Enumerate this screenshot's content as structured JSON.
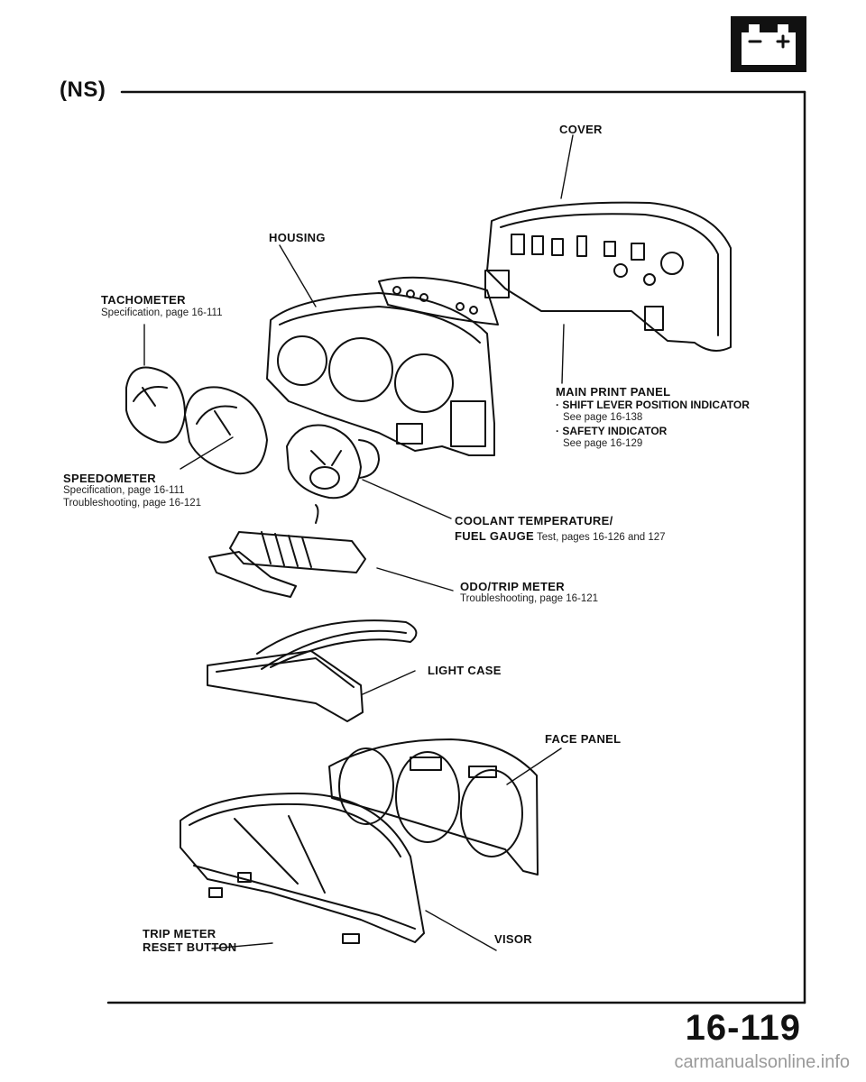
{
  "header": {
    "section_tag": "(NS)"
  },
  "labels": {
    "cover": "COVER",
    "housing": "HOUSING",
    "tachometer": {
      "title": "TACHOMETER",
      "line1": "Specification, page 16-111"
    },
    "main_print_panel": {
      "title": "MAIN PRINT PANEL",
      "bullet1": "· SHIFT LEVER POSITION INDICATOR",
      "bullet1_ref": "See page 16-138",
      "bullet2": "· SAFETY INDICATOR",
      "bullet2_ref": "See page 16-129"
    },
    "speedometer": {
      "title": "SPEEDOMETER",
      "line1": "Specification, page 16-111",
      "line2": "Troubleshooting, page 16-121"
    },
    "coolant": {
      "line1": "COOLANT TEMPERATURE/",
      "line2_bold": "FUEL GAUGE",
      "line2_rest": " Test, pages 16-126 and 127"
    },
    "odo": {
      "title": "ODO/TRIP METER",
      "line1": "Troubleshooting, page 16-121"
    },
    "light_case": "LIGHT CASE",
    "face_panel": "FACE PANEL",
    "trip_meter": {
      "line1": "TRIP METER",
      "line2": "RESET BUTTON"
    },
    "visor": "VISOR"
  },
  "footer": {
    "page_number": "16-119",
    "watermark": "carmanualsonline.info"
  },
  "icons": {
    "corner": "battery-icon"
  }
}
